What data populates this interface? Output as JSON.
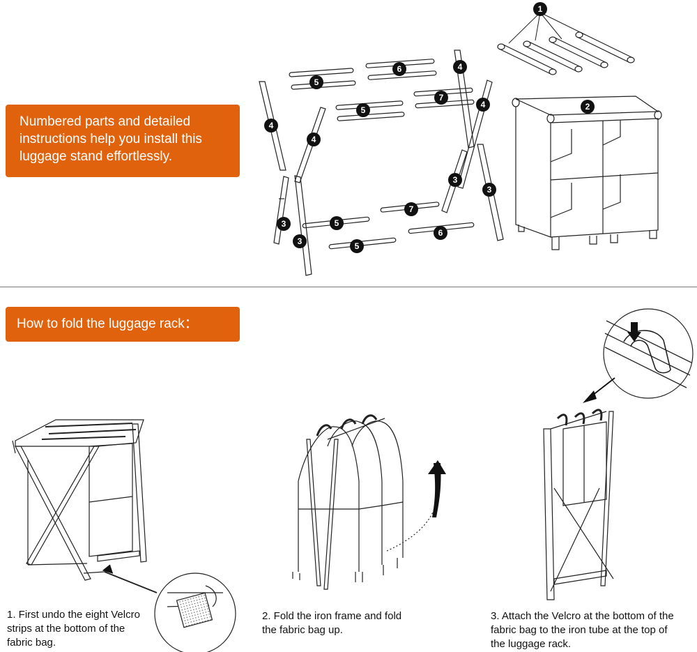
{
  "install_banner": {
    "lines": [
      "Numbered parts and detailed",
      "instructions help you install this",
      "luggage stand effortlessly."
    ]
  },
  "fold_banner": {
    "title": "How to fold the luggage rack："
  },
  "part_numbers": [
    "1",
    "2",
    "3",
    "4",
    "5",
    "6",
    "7"
  ],
  "steps": [
    {
      "lines": [
        "1. First undo the eight Velcro",
        "strips at the bottom of the",
        "fabric bag."
      ]
    },
    {
      "lines": [
        "2. Fold the iron frame and fold",
        "the fabric bag up."
      ]
    },
    {
      "lines": [
        "3. Attach the Velcro at the bottom of the",
        "fabric bag to the iron tube at the top of",
        "the luggage rack."
      ]
    }
  ]
}
